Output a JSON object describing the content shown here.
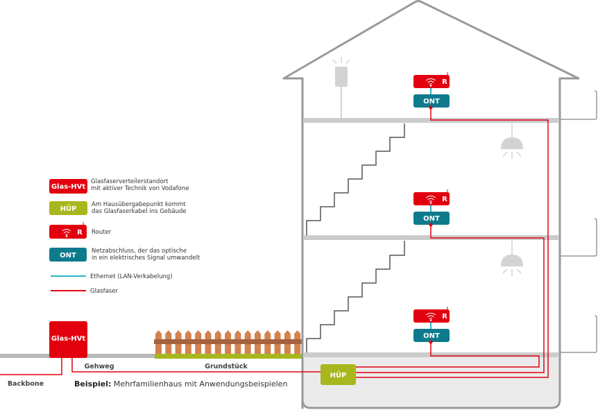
{
  "colors": {
    "red": "#e2000f",
    "teal": "#0e7b8c",
    "green": "#a8b71e",
    "wall": "#97999b",
    "floor": "#cccccc",
    "basement": "#ebebeb",
    "ethernet": "#28b4c8",
    "fence": "#d2824f",
    "fence_rail": "#a5623f"
  },
  "legend": {
    "items": [
      {
        "badge": "Glas-HVt",
        "text_line1": "Glasfaserverteilerstandort",
        "text_line2": "mit aktiver Technik von Vodafone"
      },
      {
        "badge": "HÜP",
        "text_line1": "Am Hausübergabepunkt kommt",
        "text_line2": "das Glasfaserkabel ins Gebäude"
      },
      {
        "badge": "R",
        "text_line1": "Router",
        "text_line2": ""
      },
      {
        "badge": "ONT",
        "text_line1": "Netzabschluss, der das optische",
        "text_line2": "in ein elektrisches Signal umwandelt"
      },
      {
        "line": "ethernet",
        "text_line1": "Ethernet (LAN-Verkabelung)"
      },
      {
        "line": "fiber",
        "text_line1": "Glasfaser"
      }
    ]
  },
  "street": {
    "hvt_label": "Glas-HVt",
    "gehweg_label": "Gehweg",
    "grundstueck_label": "Grundstück",
    "backbone_label": "Backbone"
  },
  "house": {
    "huep_label": "HÜP",
    "floors": [
      {
        "router_label": "R",
        "ont_label": "ONT"
      },
      {
        "router_label": "R",
        "ont_label": "ONT"
      },
      {
        "router_label": "R",
        "ont_label": "ONT"
      }
    ]
  },
  "caption": {
    "bold": "Beispiel:",
    "text": " Mehrfamilienhaus mit Anwendungsbeispielen"
  }
}
